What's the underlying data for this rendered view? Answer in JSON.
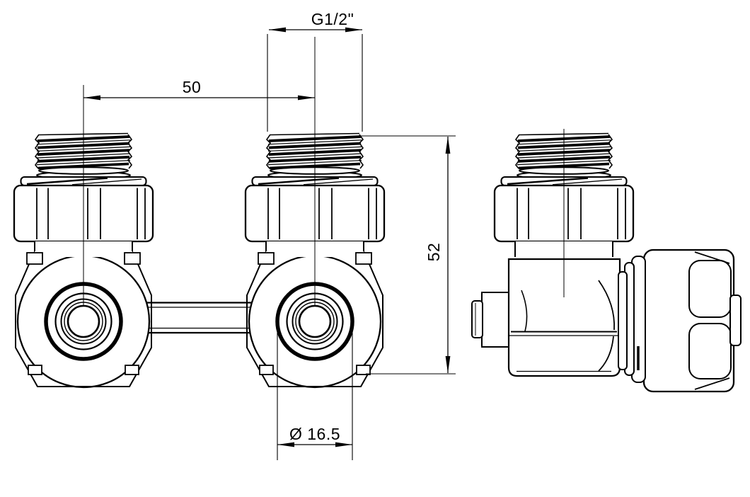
{
  "drawing": {
    "background_color": "#ffffff",
    "line_color": "#000000",
    "annotations": {
      "thread_size": "G1/2\"",
      "port_spacing": "50",
      "valve_height": "52",
      "bore_diameter": "Ø 16.5"
    }
  }
}
